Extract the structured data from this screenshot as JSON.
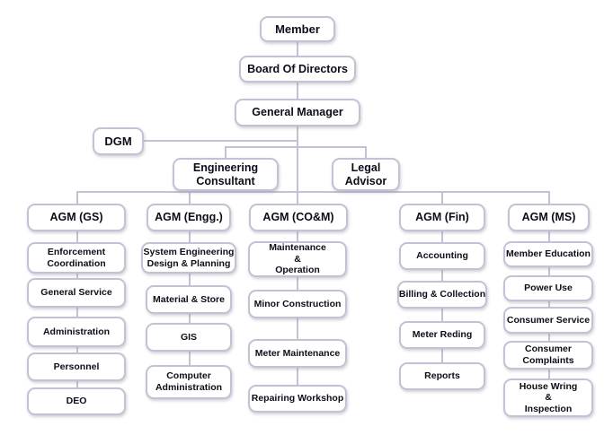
{
  "colors": {
    "background": "#ffffff",
    "box_border": "#c2c2d6",
    "connector_line": "#c2c2d6",
    "text": "#0d0d1a"
  },
  "org": {
    "top_chain": [
      {
        "label": "Member"
      },
      {
        "label": "Board Of Directors"
      },
      {
        "label": "General Manager"
      }
    ],
    "dgm": {
      "label": "DGM"
    },
    "advisors": [
      {
        "label": "Engineering\nConsultant"
      },
      {
        "label": "Legal\nAdvisor"
      }
    ],
    "divisions": [
      {
        "head": {
          "label": "AGM (GS)"
        },
        "children": [
          {
            "label": "Enforcement\nCoordination"
          },
          {
            "label": "General Service"
          },
          {
            "label": "Administration"
          },
          {
            "label": "Personnel"
          },
          {
            "label": "DEO"
          }
        ]
      },
      {
        "head": {
          "label": "AGM (Engg.)"
        },
        "children": [
          {
            "label": "System Engineering\nDesign & Planning"
          },
          {
            "label": "Material & Store"
          },
          {
            "label": "GIS"
          },
          {
            "label": "Computer\nAdministration"
          }
        ]
      },
      {
        "head": {
          "label": "AGM (CO&M)"
        },
        "children": [
          {
            "label": "Maintenance\n&\nOperation"
          },
          {
            "label": "Minor Construction"
          },
          {
            "label": "Meter Maintenance"
          },
          {
            "label": "Repairing Workshop"
          }
        ]
      },
      {
        "head": {
          "label": "AGM (Fin)"
        },
        "children": [
          {
            "label": "Accounting"
          },
          {
            "label": "Billing & Collection"
          },
          {
            "label": "Meter Reding"
          },
          {
            "label": "Reports"
          }
        ]
      },
      {
        "head": {
          "label": "AGM (MS)"
        },
        "children": [
          {
            "label": "Member Education"
          },
          {
            "label": "Power Use"
          },
          {
            "label": "Consumer Service"
          },
          {
            "label": "Consumer\nComplaints"
          },
          {
            "label": "House Wring\n&\nInspection"
          }
        ]
      }
    ]
  }
}
